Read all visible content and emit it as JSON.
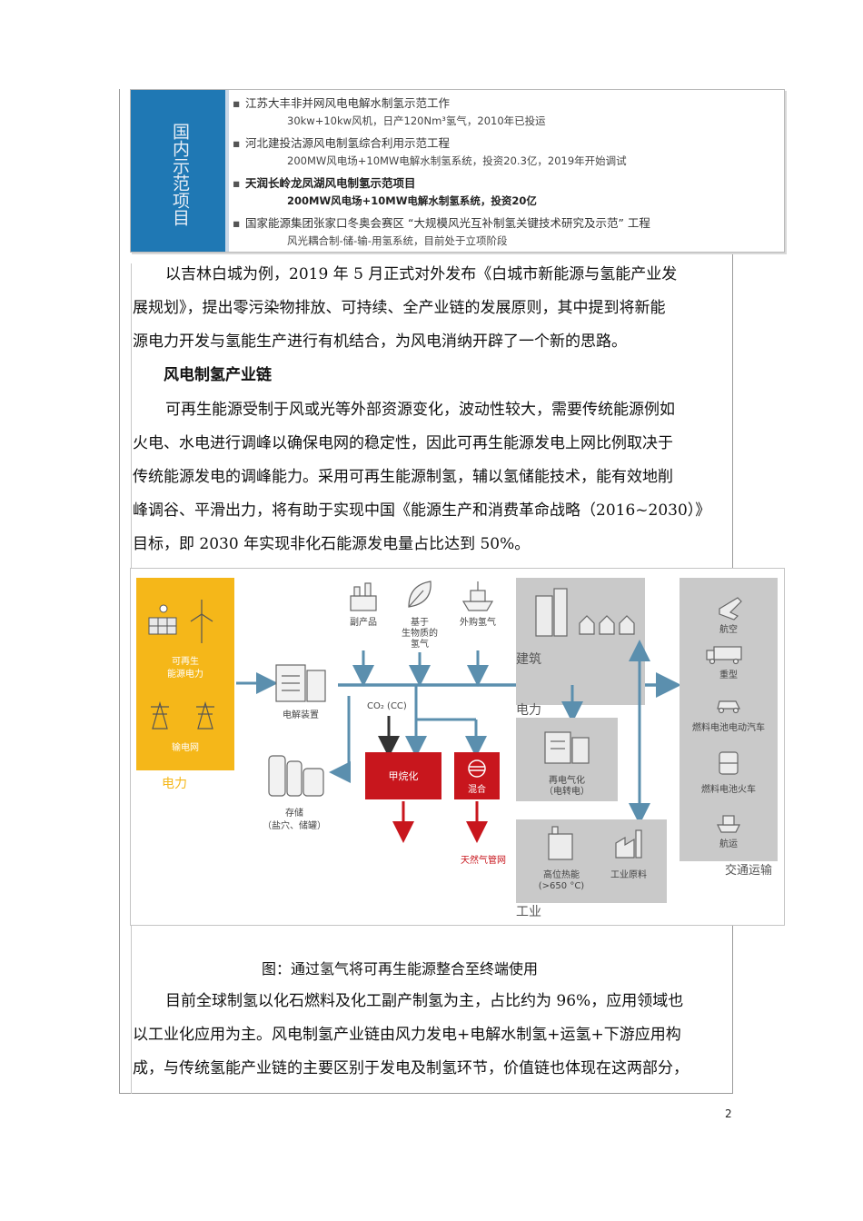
{
  "demo": {
    "side_title": "国内示范项目",
    "items": [
      {
        "title": "江苏大丰非并网风电电解水制氢示范工作",
        "detail": "30kw+10kw风机，日产120Nm³氢气，2010年已投运",
        "bold": false
      },
      {
        "title": "河北建投沽源风电制氢综合利用示范工程",
        "detail": "200MW风电场+10MW电解水制氢系统，投资20.3亿，2019年开始调试",
        "bold": false
      },
      {
        "title": "天润长岭龙凤湖风电制氢示范项目",
        "detail": "200MW风电场+10MW电解水制氢系统，投资20亿",
        "bold": true
      },
      {
        "title": "国家能源集团张家口冬奥会赛区 “大规模风光互补制氢关键技术研究及示范” 工程",
        "detail": "风光耦合制-储-输-用氢系统，目前处于立项阶段",
        "bold": false
      }
    ]
  },
  "paragraph1": [
    "以吉林白城为例，2019 年 5 月正式对外发布《白城市新能源与氢能产业发",
    "展规划》，提出零污染物排放、可持续、全产业链的发展原则，其中提到将新能",
    "源电力开发与氢能生产进行有机结合，为风电消纳开辟了一个新的思路。"
  ],
  "heading": "风电制氢产业链",
  "paragraph2": [
    "可再生能源受制于风或光等外部资源变化，波动性较大，需要传统能源例如",
    "火电、水电进行调峰以确保电网的稳定性，因此可再生能源发电上网比例取决于",
    "传统能源发电的调峰能力。采用可再生能源制氢，辅以氢储能技术，能有效地削",
    "峰调谷、平滑出力，将有助于实现中国《能源生产和消费革命战略（2016~2030）》",
    "目标，即 2030 年实现非化石能源发电量占比达到 50%。"
  ],
  "diagram": {
    "renewable": "可再生\n能源电力",
    "grid": "输电网",
    "power_label": "电力",
    "byproduct": "副产品",
    "biomass": "基于\n生物质的\n氢气",
    "import_h2": "外购氢气",
    "electrolyzer": "电解装置",
    "co2": "CO₂ (CC)",
    "storage": "存储\n（盐穴、储罐）",
    "methanation": "甲烷化",
    "mixing": "混合",
    "gas_grid": "天然气管网",
    "building": "建筑",
    "power": "电力",
    "reelectrify": "再电气化\n（电转电）",
    "high_heat": "高位热能\n(>650 °C)",
    "feedstock": "工业原料",
    "industry": "工业",
    "aviation": "航空",
    "heavy": "重型",
    "fcev": "燃料电池电动汽车",
    "fc_train": "燃料电池火车",
    "shipping": "航运",
    "transport": "交通运输",
    "colors": {
      "yellow": "#f5b719",
      "red": "#c8161d",
      "blue": "#4e86a8",
      "gray": "#c9c9c9"
    }
  },
  "caption": "图：通过氢气将可再生能源整合至终端使用",
  "paragraph3": [
    "目前全球制氢以化石燃料及化工副产制氢为主，占比约为 96%，应用领域也",
    "以工业化应用为主。风电制氢产业链由风力发电+电解水制氢+运氢+下游应用构",
    "成，与传统氢能产业链的主要区别于发电及制氢环节，价值链也体现在这两部分，"
  ],
  "page_number": "2"
}
